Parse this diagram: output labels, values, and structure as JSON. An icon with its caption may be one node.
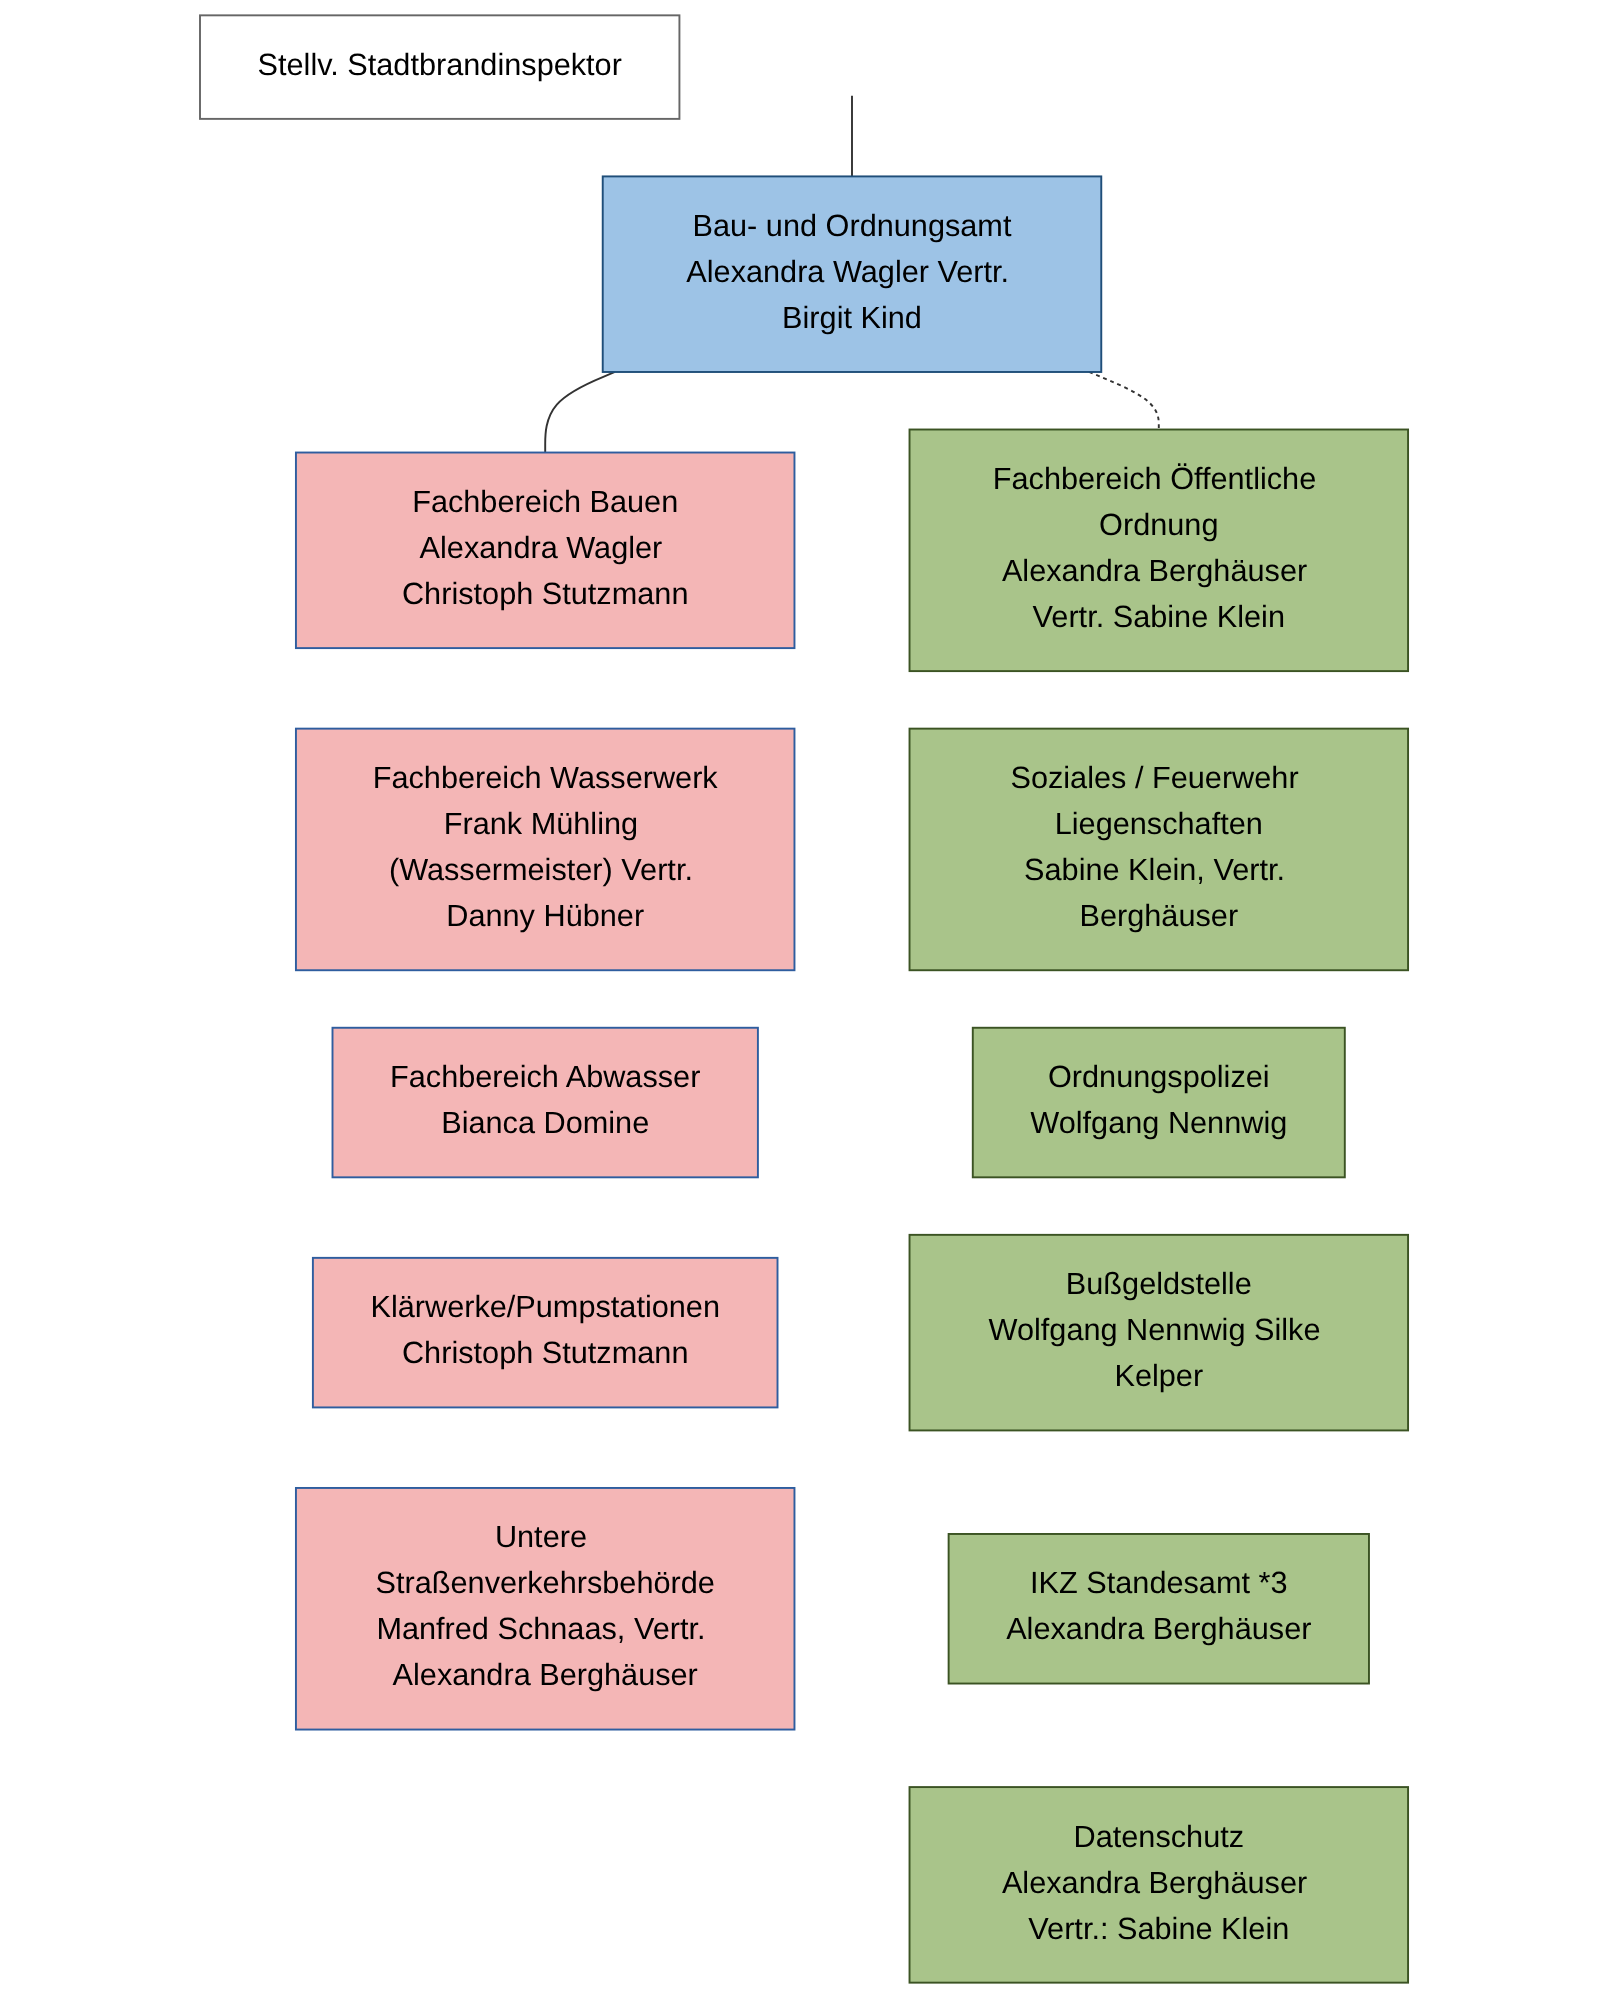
{
  "diagram": {
    "nodes": [
      {
        "text": [
          "Bau- und Ordnungsamt",
          "Alexandra Wagler Vertr. Birgit Kind"
        ]
      },
      {
        "text": [
          "Stellv. Stadtbrandinspektor"
        ]
      },
      {
        "text": [
          "Fachbereich Bauen",
          "Alexandra Wagler Christoph Stutzmann"
        ]
      },
      {
        "text": [
          "Fachbereich Wasserwerk",
          "Frank Mühling (Wassermeister) Vertr. Danny Hübner"
        ]
      },
      {
        "text": [
          "Fachbereich Abwasser",
          "Bianca Domine"
        ]
      },
      {
        "text": [
          "Klärwerke/Pumpstationen",
          "Christoph Stutzmann"
        ]
      },
      {
        "text": [
          "Untere Straßenverkehrsbehörde",
          "Manfred Schnaas, Vertr. Alexandra Berghäuser"
        ]
      },
      {
        "text": [
          "Fachbereich Öffentliche Ordnung",
          "Alexandra Berghäuser Vertr. Sabine Klein"
        ]
      },
      {
        "text": [
          "Soziales / Feuerwehr Liegenschaften",
          "Sabine Klein, Vertr. Berghäuser"
        ]
      },
      {
        "text": [
          "Ordnungspolizei",
          "Wolfgang Nennwig"
        ]
      },
      {
        "text": [
          "Bußgeldstelle",
          "Wolfgang Nennwig Silke Kelper"
        ]
      },
      {
        "text": [
          "IKZ Standesamt *3",
          "Alexandra Berghäuser"
        ]
      },
      {
        "text": [
          "Datenschutz",
          "Alexandra Berghäuser Vertr.: Sabine Klein"
        ]
      }
    ],
    "edges": [
      {
        "from": null,
        "to": 0,
        "arrow": "none"
      },
      {
        "from": 0,
        "to": 2,
        "arrow": "none"
      },
      {
        "from": 0,
        "to": 7,
        "arrow": "none",
        "style": "dashed"
      }
    ]
  }
}
